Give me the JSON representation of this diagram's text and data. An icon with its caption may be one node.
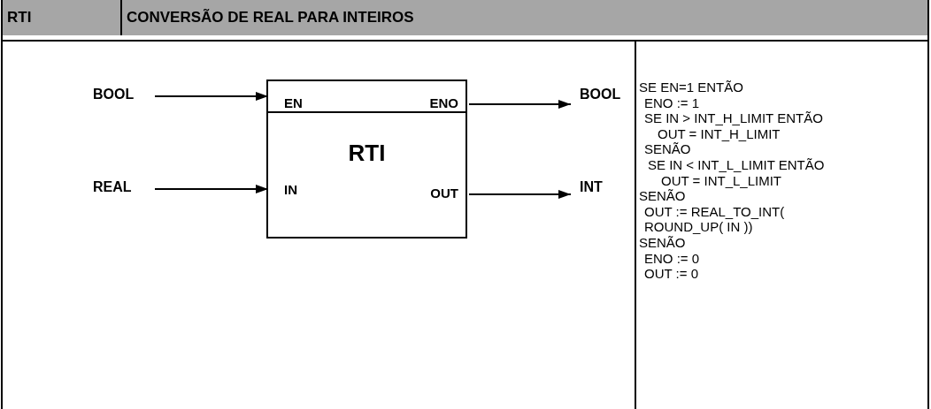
{
  "diagram": {
    "nodes": [
      {
        "text": [
          "BOOL"
        ]
      },
      {
        "text": [
          "REAL"
        ]
      },
      {
        "text": [
          "RTI"
        ]
      },
      {
        "text": [
          "EN"
        ],
        "in": 2
      },
      {
        "text": [
          "ENO"
        ],
        "in": 2
      },
      {
        "text": [
          "IN"
        ],
        "in": 2
      },
      {
        "text": [
          "OUT"
        ],
        "in": 2
      },
      {
        "text": [
          "BOOL"
        ]
      },
      {
        "text": [
          "INT"
        ]
      }
    ],
    "edges": [
      {
        "from": 0,
        "to": 3,
        "arrow": "to"
      },
      {
        "from": 1,
        "to": 5,
        "arrow": "to"
      },
      {
        "from": 4,
        "to": 7,
        "arrow": "to"
      },
      {
        "from": 6,
        "to": 8,
        "arrow": "to"
      }
    ],
    "labels": [
      "RTI",
      "CONVERSÃO DE REAL PARA INTEIROS",
      "SE EN=1 ENTÃO",
      "ENO := 1",
      "SE IN > INT_H_LIMIT ENTÃO",
      "OUT = INT_H_LIMIT",
      "SENÃO",
      "SE IN < INT_L_LIMIT ENTÃO",
      "OUT = INT_L_LIMIT",
      "SENÃO",
      "OUT := REAL_TO_INT( ROUND_UP( IN ))",
      "SENÃO",
      "ENO := 0",
      "OUT := 0"
    ]
  }
}
